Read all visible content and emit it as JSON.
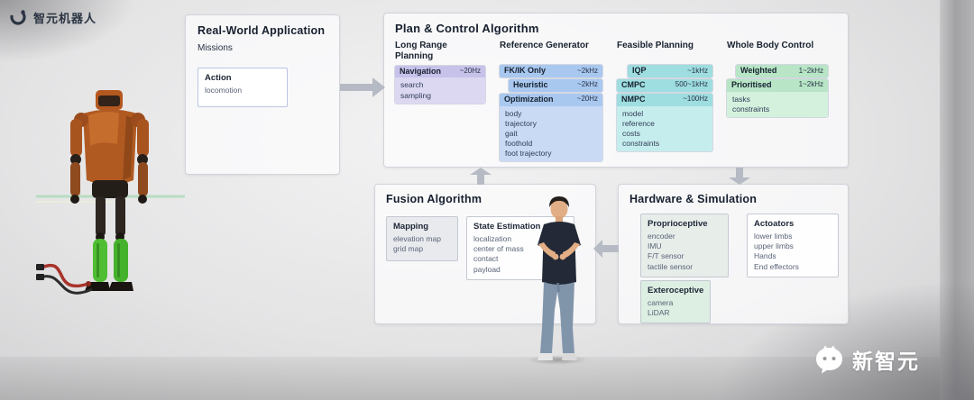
{
  "branding": {
    "logo_text": "智元机器人",
    "watermark_text": "新智元"
  },
  "real_world": {
    "title": "Real-World Application",
    "subtitle": "Missions",
    "action": {
      "title": "Action",
      "items": [
        "locomotion"
      ]
    }
  },
  "plan_control": {
    "title": "Plan & Control Algorithm",
    "columns": [
      {
        "heading": "Long Range Planning",
        "blocks": [
          {
            "name": "Navigation",
            "rate": "~20Hz",
            "items": [
              "search",
              "sampling"
            ]
          }
        ]
      },
      {
        "heading": "Reference Generator",
        "blocks": [
          {
            "name": "FK/IK Only",
            "rate": "~2kHz"
          },
          {
            "name": "Heuristic",
            "rate": "~2kHz"
          },
          {
            "name": "Optimization",
            "rate": "~20Hz",
            "items": [
              "body",
              "trajectory",
              "gait",
              "foothold",
              "foot trajectory"
            ]
          }
        ]
      },
      {
        "heading": "Feasible Planning",
        "blocks": [
          {
            "name": "IQP",
            "rate": "~1kHz"
          },
          {
            "name": "CMPC",
            "rate": "500~1kHz"
          },
          {
            "name": "NMPC",
            "rate": "~100Hz",
            "items": [
              "model",
              "reference",
              "costs",
              "constraints"
            ]
          }
        ]
      },
      {
        "heading": "Whole Body Control",
        "blocks": [
          {
            "name": "Weighted",
            "rate": "1~2kHz"
          },
          {
            "name": "Prioritised",
            "rate": "1~2kHz",
            "items": [
              "tasks",
              "constraints"
            ]
          }
        ]
      }
    ]
  },
  "fusion": {
    "title": "Fusion Algorithm",
    "boxes": [
      {
        "name": "Mapping",
        "items": [
          "elevation map",
          "grid map"
        ]
      },
      {
        "name": "State Estimation",
        "items": [
          "localization",
          "center of mass",
          "contact",
          "payload"
        ]
      }
    ]
  },
  "hardware": {
    "title": "Hardware & Simulation",
    "boxes": [
      {
        "name": "Proprioceptive",
        "items": [
          "encoder",
          "IMU",
          "F/T sensor",
          "tactile sensor"
        ]
      },
      {
        "name": "Actoators",
        "items": [
          "lower limbs",
          "upper limbs",
          "Hands",
          "End effectors"
        ]
      },
      {
        "name": "Exteroceptive",
        "items": [
          "camera",
          "LiDAR"
        ]
      }
    ]
  },
  "colors": {
    "purple_block": "#c7c2ea",
    "blue_block": "#a9c8f0",
    "teal_block": "#9edde0",
    "green_block": "#b7e5c6",
    "arrow": "#b6bac4"
  }
}
